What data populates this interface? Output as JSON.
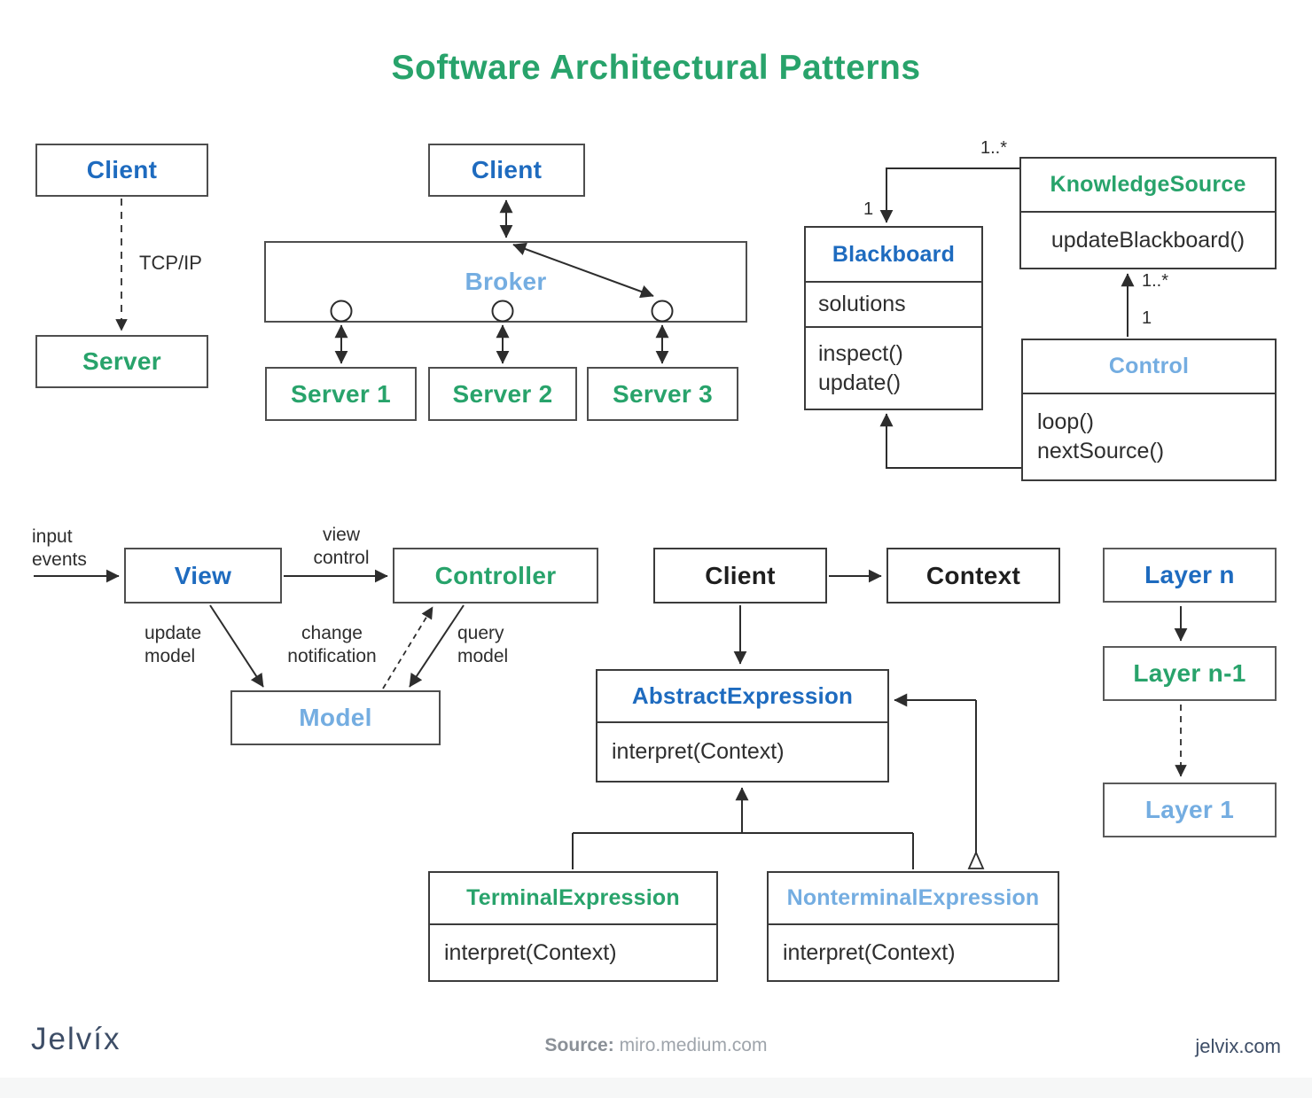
{
  "title": "Software Architectural Patterns",
  "colors": {
    "green": "#28A36B",
    "blue": "#1E6BBF",
    "light_blue": "#74ADE1",
    "dark_text": "#1E1E1E",
    "navy": "#3D4D66"
  },
  "client_server": {
    "client": "Client",
    "server": "Server",
    "protocol_label": "TCP/IP"
  },
  "broker": {
    "client": "Client",
    "broker": "Broker",
    "server1": "Server 1",
    "server2": "Server 2",
    "server3": "Server 3"
  },
  "blackboard_pattern": {
    "blackboard": {
      "title": "Blackboard",
      "attribute": "solutions",
      "method1": "inspect()",
      "method2": "update()"
    },
    "knowledge_source": {
      "title": "KnowledgeSource",
      "method1": "updateBlackboard()"
    },
    "control": {
      "title": "Control",
      "method1": "loop()",
      "method2": "nextSource()"
    },
    "mult_ks": "1..*",
    "mult_blackboard": "1",
    "mult_control_upper": "1..*",
    "mult_control_lower": "1"
  },
  "mvc": {
    "view": "View",
    "controller": "Controller",
    "model": "Model",
    "input_events": "input events",
    "view_control": "view control",
    "update_model": "update model",
    "change_notification": "change notification",
    "query_model": "query model"
  },
  "interpreter": {
    "client": "Client",
    "context": "Context",
    "abstract_expression": {
      "title": "AbstractExpression",
      "method1": "interpret(Context)"
    },
    "terminal_expression": {
      "title": "TerminalExpression",
      "method1": "interpret(Context)"
    },
    "nonterminal_expression": {
      "title": "NonterminalExpression",
      "method1": "interpret(Context)"
    }
  },
  "layers": {
    "top": "Layer n",
    "middle": "Layer n-1",
    "bottom": "Layer 1"
  },
  "footer": {
    "logo": "Jelvíx",
    "source_label": "Source:",
    "source_value": "miro.medium.com",
    "website": "jelvix.com"
  }
}
